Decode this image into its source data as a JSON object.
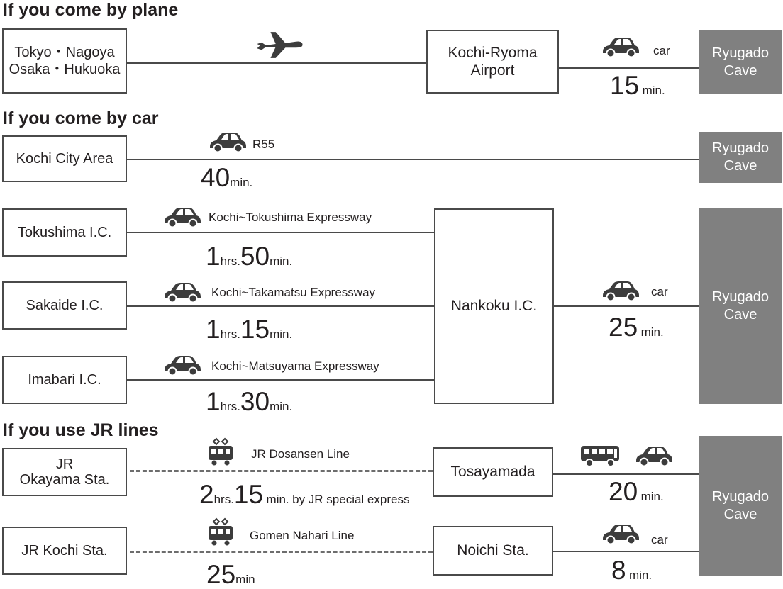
{
  "plane": {
    "title": "If you come by plane",
    "origin_lines": [
      "Tokyo・Nagoya",
      "Osaka・Hukuoka"
    ],
    "hub_lines": [
      "Kochi-Ryoma",
      "Airport"
    ],
    "mode": "car",
    "time": {
      "value": "15",
      "unit": "min."
    },
    "destination": [
      "Ryugado",
      "Cave"
    ]
  },
  "car": {
    "title": "If you come by car",
    "city": {
      "origin": "Kochi City Area",
      "route": "R55",
      "time": {
        "value": "40",
        "unit": "min."
      },
      "destination": [
        "Ryugado",
        "Cave"
      ]
    },
    "routes": [
      {
        "origin": "Tokushima I.C.",
        "route": "Kochi~Tokushima Expressway",
        "time": {
          "hrs": "1",
          "hrs_unit": "hrs.",
          "min": "50",
          "min_unit": "min."
        }
      },
      {
        "origin": "Sakaide I.C.",
        "route": "Kochi~Takamatsu Expressway",
        "time": {
          "hrs": "1",
          "hrs_unit": "hrs.",
          "min": "15",
          "min_unit": "min."
        }
      },
      {
        "origin": "Imabari I.C.",
        "route": "Kochi~Matsuyama Expressway",
        "time": {
          "hrs": "1",
          "hrs_unit": "hrs.",
          "min": "30",
          "min_unit": "min."
        }
      }
    ],
    "hub": "Nankoku I.C.",
    "mode": "car",
    "hub_time": {
      "value": "25",
      "unit": "min."
    },
    "destination": [
      "Ryugado",
      "Cave"
    ]
  },
  "jr": {
    "title": "If you use JR lines",
    "okayama": {
      "origin": [
        "JR",
        "Okayama Sta."
      ],
      "line": "JR Dosansen Line",
      "time": {
        "hrs": "2",
        "hrs_unit": "hrs.",
        "min": "15",
        "min_unit": "min.",
        "note": "by JR special express"
      },
      "hub": "Tosayamada",
      "hub_time": {
        "value": "20",
        "unit": "min."
      }
    },
    "kochi": {
      "origin": "JR Kochi Sta.",
      "line": "Gomen Nahari Line",
      "time": {
        "value": "25",
        "unit": "min"
      },
      "hub": "Noichi Sta.",
      "mode": "car",
      "hub_time": {
        "value": "8",
        "unit": "min."
      }
    },
    "destination": [
      "Ryugado",
      "Cave"
    ]
  },
  "colors": {
    "cave_fill": "#808080",
    "line": "#4a4a4a",
    "text": "#231f20",
    "icon": "#3c3c3c"
  },
  "icons": [
    "airplane-icon",
    "car-icon",
    "train-icon",
    "bus-icon"
  ]
}
